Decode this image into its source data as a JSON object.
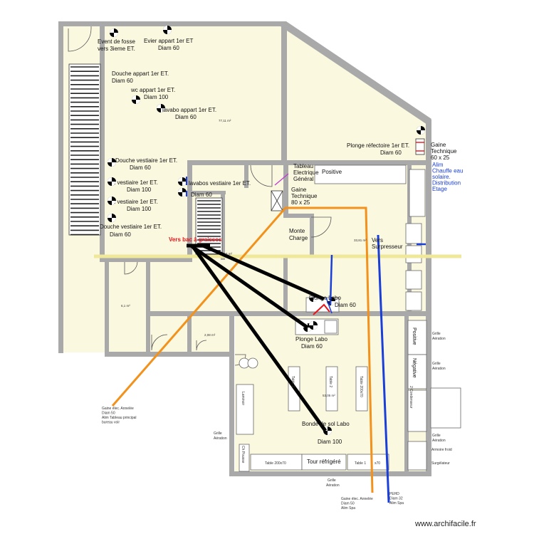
{
  "labels": {
    "evier": [
      "Evier appart 1er ET",
      "Diam 60"
    ],
    "event": [
      "Event de fosse",
      "vers 3ieme ET."
    ],
    "douche_appart": [
      "Douche appart 1er ET.",
      "Diam 60"
    ],
    "wc_appart": [
      "wc appart 1er ET.",
      "Diam 100"
    ],
    "lavabo_appart": [
      "lavabo appart 1er ET.",
      "Diam 60"
    ],
    "area_main": "77,11 m²",
    "douche_vest_1": [
      "Douche vestiaire 1er ET.",
      "Diam 60"
    ],
    "wc_vest_1": [
      ": vestiaire 1er ET.",
      "Diam 100"
    ],
    "lavabos_vest": [
      "lavabos vestiaire 1er ET.",
      "Diam 60"
    ],
    "wc_vest_2": [
      ": vestiaire 1er ET.",
      "Diam 100"
    ],
    "douche_vest_2": [
      "Douche vestiaire 1er ET.",
      "Diam 60"
    ],
    "plonge_refectoire": [
      "Plonge réfectoire  1er ET.",
      "Diam 60"
    ],
    "gaine_tech_right": [
      "Gaine",
      "Technique",
      "60 x 25"
    ],
    "alim_chauffe": [
      "Alim",
      "Chauffe eau",
      "solaire.",
      "Distribution",
      "Etage"
    ],
    "tableau_elec": [
      "Tableau",
      "Electrique",
      "Général"
    ],
    "positive_top": "Positive",
    "gaine_tech_mid": [
      "Gaine",
      "Technique",
      "80 x 25"
    ],
    "monte_charge": [
      "Monte",
      "Charge"
    ],
    "vers_bac": "Vers bac à graisses",
    "area_small_stair": "8 m²",
    "area_right": "33,81 m²",
    "vers_surpresseur": [
      "Vers",
      "Surpresseur"
    ],
    "plonge_labo_top": [
      "Plonge Labo",
      "Diam 60"
    ],
    "area_left": "6,1 m²",
    "area_wc": "2,08 m²",
    "plonge_labo_bottom": [
      "Plonge Labo",
      "Diam 60"
    ],
    "positive_v": "Positive",
    "negative_v": "Négative",
    "grille_1": [
      "Grille",
      "Aération"
    ],
    "grille_2": [
      "Grille",
      "Aération"
    ],
    "grille_3": [
      "Grille",
      "Aération"
    ],
    "grille_left": [
      "Grille",
      "Aération"
    ],
    "grille_bottom": [
      "Grille",
      "Aération"
    ],
    "condenseur": "2 Condenseur",
    "armoire_froid": "Armoire froid",
    "surgelateur": "Surgélateur",
    "laminoir": "Laminoir",
    "table_1": "Table 2",
    "table_2": "Table 2",
    "table_3": "Table 200x70",
    "area_labo": "53,05 m²",
    "bonde": [
      "Bonde de sol Labo",
      "Diam 100"
    ],
    "ch_pousse": "Ch Pousse",
    "table_bottom_1": "Table 200x70",
    "tour_refrigere": "Tour réfrigéré",
    "table_bottom_2": "Table 1",
    "table_bottom_2b": "x70",
    "gaine_elec_left": [
      "Gaine élec. Annelée",
      "Diam 50",
      "Alim Tableau principal",
      "bureau voir"
    ],
    "gaine_elec_bottom": [
      "Gaine élec. Annelée",
      "Diam 50",
      "Alim Spa"
    ],
    "pehd": [
      "PEHD",
      "Diam 32",
      "Alim Spa"
    ],
    "watermark": "www.archifacile.fr"
  },
  "colors": {
    "wall": "#a9a9a9",
    "room_fill": "#fbf8e0",
    "gas_line": "#efe79a",
    "orange_pipe": "#f2911b",
    "blue_pipe": "#1a3fd8",
    "black_pipe": "#000000",
    "red_text": "#e8131b"
  }
}
